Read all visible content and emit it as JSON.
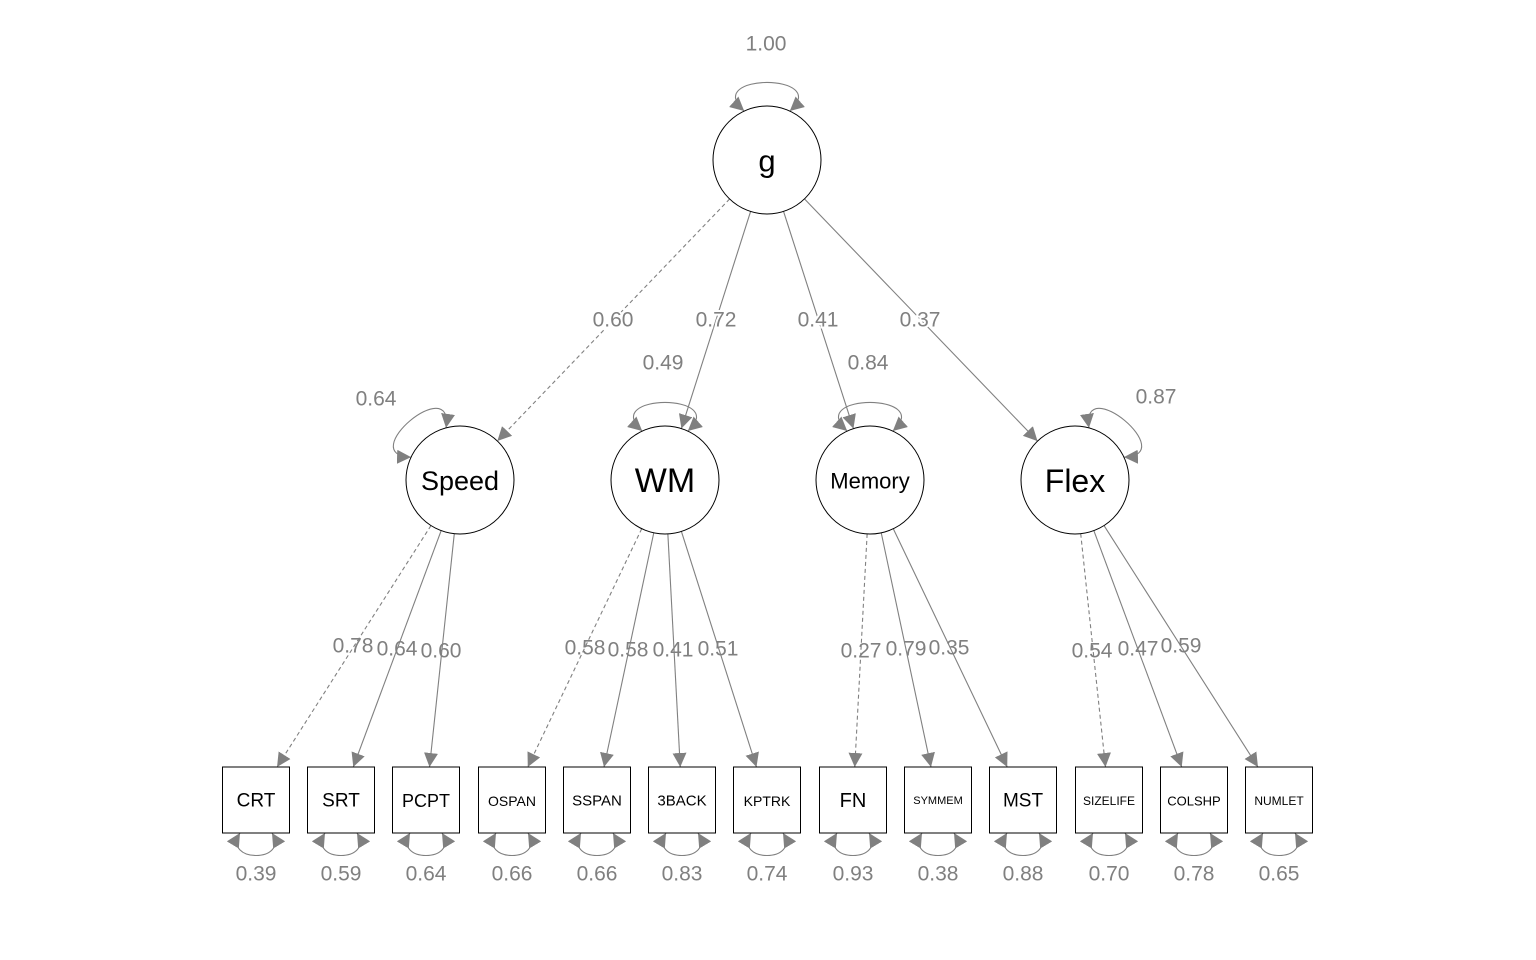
{
  "colors": {
    "edge": "#808080",
    "node_stroke": "#000000",
    "label": "#000000",
    "coef": "#808080",
    "background": "#ffffff"
  },
  "latents": [
    {
      "id": "g",
      "label": "g",
      "variance": "1.00"
    },
    {
      "id": "Speed",
      "label": "Speed",
      "variance": "0.64"
    },
    {
      "id": "WM",
      "label": "WM",
      "variance": "0.49"
    },
    {
      "id": "Memory",
      "label": "Memory",
      "variance": "0.84"
    },
    {
      "id": "Flex",
      "label": "Flex",
      "variance": "0.87"
    }
  ],
  "observed": [
    {
      "id": "CRT",
      "label": "CRT",
      "variance": "0.39"
    },
    {
      "id": "SRT",
      "label": "SRT",
      "variance": "0.59"
    },
    {
      "id": "PCPT",
      "label": "PCPT",
      "variance": "0.64"
    },
    {
      "id": "OSPAN",
      "label": "OSPAN",
      "variance": "0.66"
    },
    {
      "id": "SSPAN",
      "label": "SSPAN",
      "variance": "0.66"
    },
    {
      "id": "3BACK",
      "label": "3BACK",
      "variance": "0.83"
    },
    {
      "id": "KPTRK",
      "label": "KPTRK",
      "variance": "0.74"
    },
    {
      "id": "FN",
      "label": "FN",
      "variance": "0.93"
    },
    {
      "id": "SYMMEM",
      "label": "SYMMEM",
      "variance": "0.38"
    },
    {
      "id": "MST",
      "label": "MST",
      "variance": "0.88"
    },
    {
      "id": "SIZELIFE",
      "label": "SIZELIFE",
      "variance": "0.70"
    },
    {
      "id": "COLSHP",
      "label": "COLSHP",
      "variance": "0.78"
    },
    {
      "id": "NUMLET",
      "label": "NUMLET",
      "variance": "0.65"
    }
  ],
  "paths": [
    {
      "from": "g",
      "to": "Speed",
      "coef": "0.60",
      "fixed": true
    },
    {
      "from": "g",
      "to": "WM",
      "coef": "0.72",
      "fixed": false
    },
    {
      "from": "g",
      "to": "Memory",
      "coef": "0.41",
      "fixed": false
    },
    {
      "from": "g",
      "to": "Flex",
      "coef": "0.37",
      "fixed": false
    },
    {
      "from": "Speed",
      "to": "CRT",
      "coef": "0.78",
      "fixed": true
    },
    {
      "from": "Speed",
      "to": "SRT",
      "coef": "0.64",
      "fixed": false
    },
    {
      "from": "Speed",
      "to": "PCPT",
      "coef": "0.60",
      "fixed": false
    },
    {
      "from": "WM",
      "to": "OSPAN",
      "coef": "0.58",
      "fixed": true
    },
    {
      "from": "WM",
      "to": "SSPAN",
      "coef": "0.58",
      "fixed": false
    },
    {
      "from": "WM",
      "to": "3BACK",
      "coef": "0.41",
      "fixed": false
    },
    {
      "from": "WM",
      "to": "KPTRK",
      "coef": "0.51",
      "fixed": false
    },
    {
      "from": "Memory",
      "to": "FN",
      "coef": "0.27",
      "fixed": true
    },
    {
      "from": "Memory",
      "to": "SYMMEM",
      "coef": "0.79",
      "fixed": false
    },
    {
      "from": "Memory",
      "to": "MST",
      "coef": "0.35",
      "fixed": false
    },
    {
      "from": "Flex",
      "to": "SIZELIFE",
      "coef": "0.54",
      "fixed": true
    },
    {
      "from": "Flex",
      "to": "COLSHP",
      "coef": "0.47",
      "fixed": false
    },
    {
      "from": "Flex",
      "to": "NUMLET",
      "coef": "0.59",
      "fixed": false
    }
  ]
}
